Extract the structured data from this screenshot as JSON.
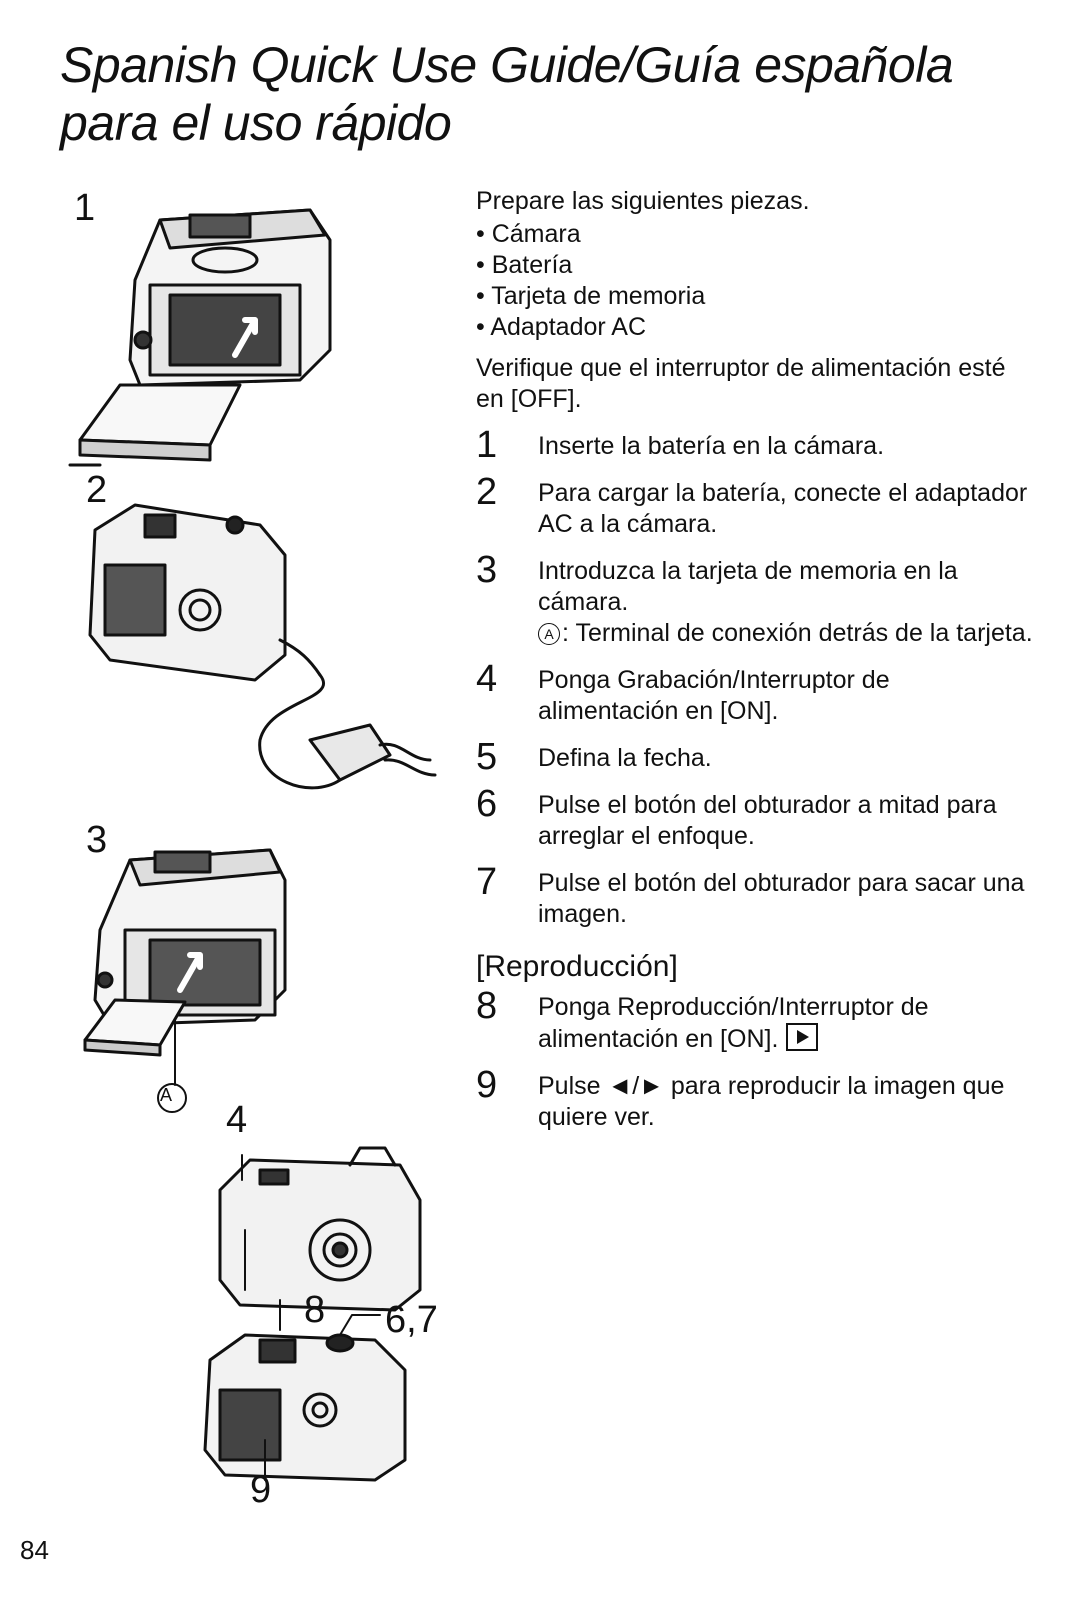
{
  "title": "Spanish Quick Use Guide/Guía española para el uso rápido",
  "figures": {
    "labels": [
      "1",
      "2",
      "3",
      "4",
      "8",
      "6,7",
      "9"
    ],
    "callout_a": "A"
  },
  "intro": "Prepare las siguientes piezas.",
  "parts": [
    "Cámara",
    "Batería",
    "Tarjeta de memoria",
    "Adaptador AC"
  ],
  "verify": "Verifique que el interruptor de alimentación esté en [OFF].",
  "steps": [
    {
      "num": "1",
      "text": "Inserte la batería en la cámara."
    },
    {
      "num": "2",
      "text": "Para cargar la batería, conecte el adaptador AC a la cámara."
    },
    {
      "num": "3",
      "text": "Introduzca la tarjeta de memoria en la cámara.",
      "note_symbol": "A",
      "note": ": Terminal de conexión detrás de la tarjeta."
    },
    {
      "num": "4",
      "text": "Ponga Grabación/Interruptor de alimentación en [ON]."
    },
    {
      "num": "5",
      "text": "Defina la fecha."
    },
    {
      "num": "6",
      "text": "Pulse el botón del obturador a mitad para arreglar el enfoque."
    },
    {
      "num": "7",
      "text": "Pulse el botón del obturador para sacar una imagen."
    }
  ],
  "playback_heading": "[Reproducción]",
  "playback_steps": [
    {
      "num": "8",
      "text": "Ponga Reproducción/Interruptor de alimentación en [ON]."
    },
    {
      "num": "9",
      "text": "Pulse ◄/► para reproducir la imagen que quiere ver."
    }
  ],
  "page_number": "84"
}
